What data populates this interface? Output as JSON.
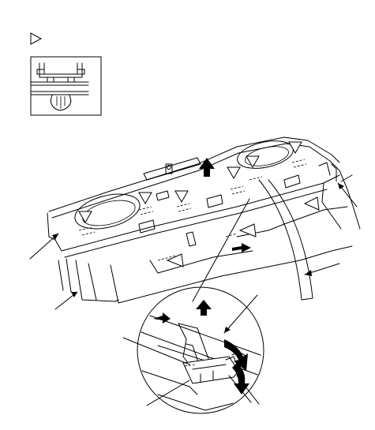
{
  "diagram": {
    "inset_marker_icon": "open-triangle-pointer",
    "inset_contents": "clip-detail",
    "callout_lines": 9,
    "colors": {
      "ink": "#000000",
      "paper": "#ffffff"
    }
  }
}
